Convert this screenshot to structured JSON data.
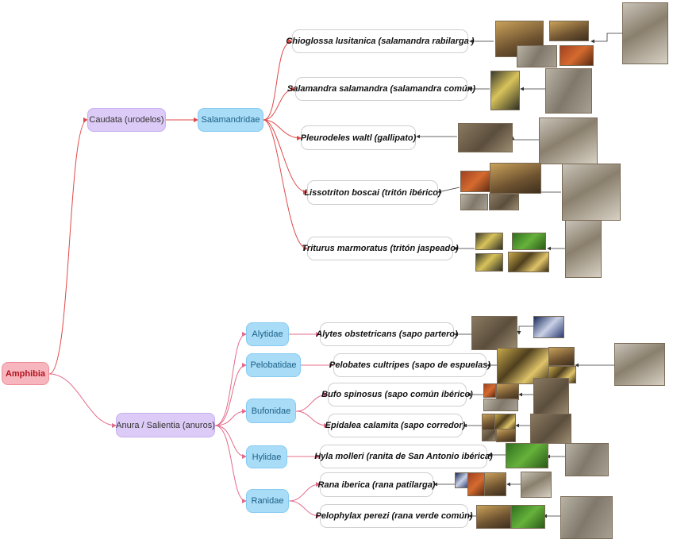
{
  "root": {
    "label": "Amphibia"
  },
  "caudata": {
    "label": "Caudata (urodelos)",
    "family": "Salamandridae",
    "species": [
      "Chioglossa lusitanica (salamandra rabilarga  )",
      "Salamandra salamandra (salamandra común)",
      "Pleurodeles waltl (gallipato)",
      "Lissotriton boscai (tritón ibérico)",
      "Triturus marmoratus (tritón jaspeado)"
    ]
  },
  "anura": {
    "label": "Anura / Salientia (anuros)",
    "families": [
      "Alytidae",
      "Pelobatidae",
      "Bufonidae",
      "Hylidae",
      "Ranidae"
    ],
    "species": [
      "Alytes obstetricans (sapo partero)",
      "Pelobates cultripes (sapo de espuelas)",
      "Bufo spinosus (sapo común ibérico)",
      "Epidalea calamita (sapo corredor)",
      "Hyla molleri (ranita de San Antonio ibérica)",
      "Rana iberica (rana patilarga)",
      "Pelophylax perezi  (rana verde común)"
    ]
  },
  "colors": {
    "caudata_link": "#e04848",
    "anura_link": "#e36b8a",
    "photo_link": "#333333"
  }
}
